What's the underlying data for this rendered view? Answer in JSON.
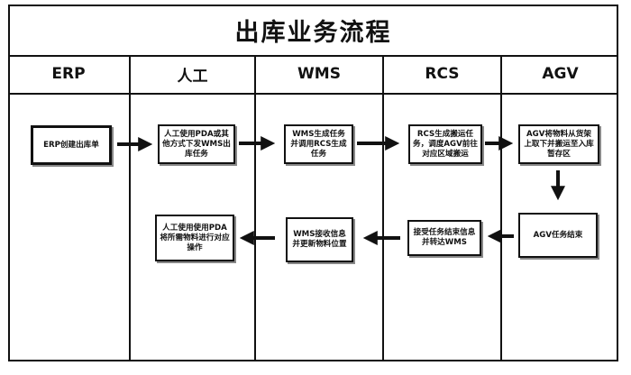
{
  "title": "出库业务流程",
  "lanes": [
    "ERP",
    "人工",
    "WMS",
    "RCS",
    "AGV"
  ],
  "nodes": {
    "erp_create": "ERP创建出库单",
    "manual_issue": "人工使用PDA或其他方式下发WMS出库任务",
    "wms_generate": "WMS生成任务并调用RCS生成任务",
    "rcs_generate": "RCS生成搬运任务，调度AGV前往对应区域搬运",
    "agv_transport": "AGV将物料从货架上取下并搬运至入库暂存区",
    "agv_end": "AGV任务结束",
    "rcs_receive": "接受任务结束信息并转达WMS",
    "wms_receive": "WMS接收信息并更新物料位置",
    "manual_operate": "人工使用使用PDA将所需物料进行对应操作"
  }
}
